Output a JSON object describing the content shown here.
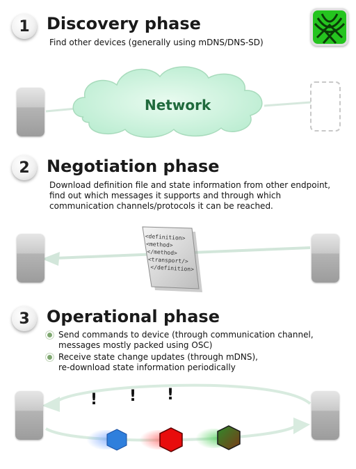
{
  "phases": [
    {
      "number": "1",
      "title": "Discovery phase",
      "description": "Find other devices (generally using mDNS/DNS-SD)"
    },
    {
      "number": "2",
      "title": "Negotiation phase",
      "description_lines": [
        "Download definition file and state information from other endpoint,",
        "find out which messages it supports and through which",
        "communication channels/protocols it can be reached."
      ]
    },
    {
      "number": "3",
      "title": "Operational phase",
      "bullets": [
        {
          "lines": [
            "Send commands to device (through communication channel,",
            "messages mostly packed using OSC)"
          ]
        },
        {
          "lines": [
            "Receive state change updates (through mDNS),",
            "re-download state information periodically"
          ]
        }
      ]
    }
  ],
  "network_label": "Network",
  "definition_file_lines": [
    "<definition>",
    "<method>",
    "</method>",
    "<transport/>",
    "</definition>"
  ],
  "event_marks": [
    "!",
    "!",
    "!"
  ],
  "colors": {
    "cloud_fill": "#cdf5dd",
    "cloud_stroke": "#a8dbbc",
    "network_text": "#1f6a3c",
    "line": "#d2e6da",
    "hex_blue": "#2f7fdc",
    "hex_red": "#e80c0c",
    "hex_brown_green": "#6b5a2d",
    "app_icon": "#25c41f"
  },
  "icons": [
    "app-icon",
    "cloud-icon",
    "document-icon",
    "hexagon-icon"
  ]
}
